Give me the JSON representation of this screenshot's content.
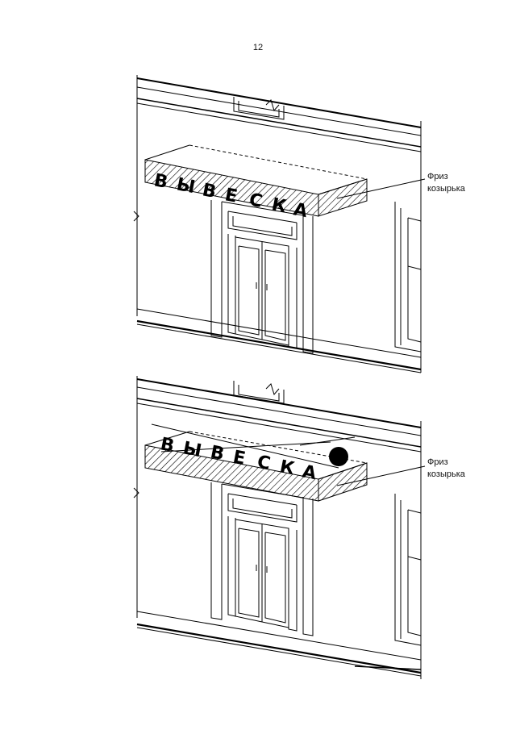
{
  "page": {
    "number": "12"
  },
  "figures": [
    {
      "sign_letters": [
        "В",
        "Ы",
        "В",
        "Е",
        "С",
        "К",
        "А"
      ],
      "callout": {
        "line1": "Фриз",
        "line2": "козырька"
      }
    },
    {
      "sign_letters": [
        "В",
        "Ы",
        "В",
        "Е",
        "С",
        "К",
        "А"
      ],
      "callout": {
        "line1": "Фриз",
        "line2": "козырька"
      }
    }
  ]
}
